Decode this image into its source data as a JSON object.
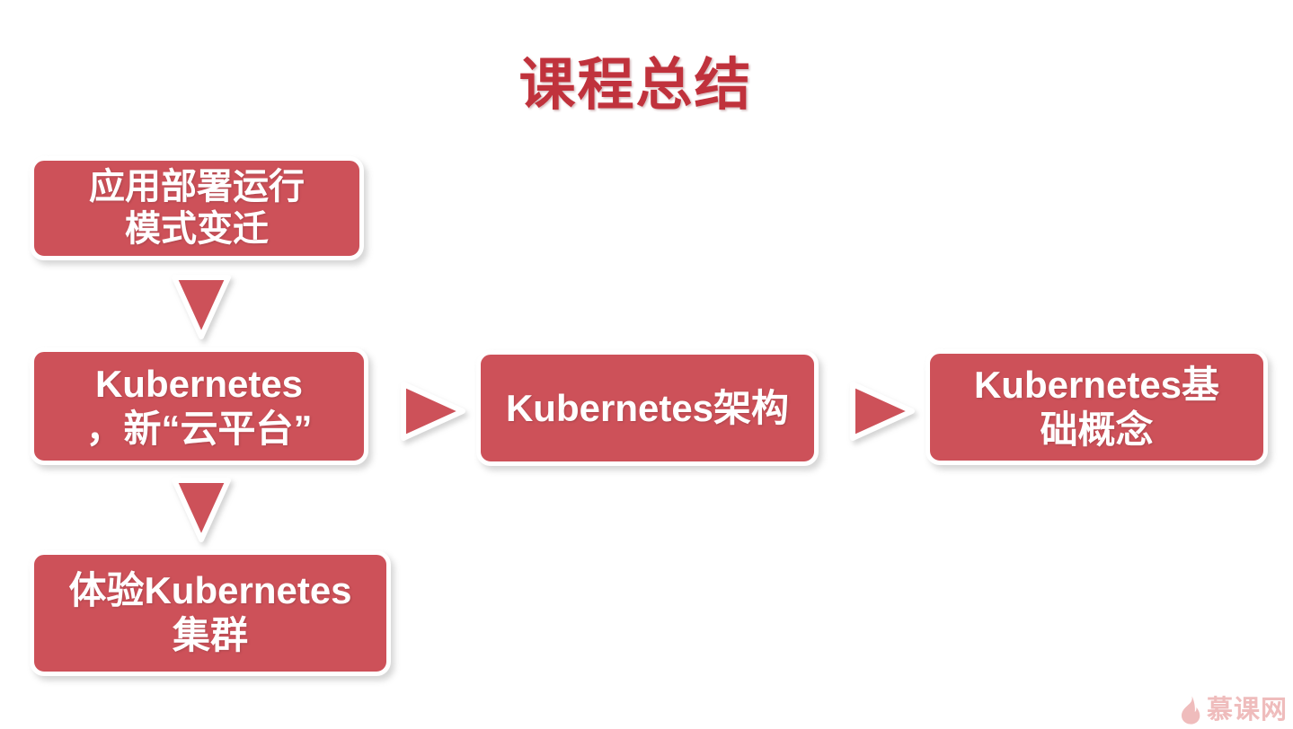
{
  "slide": {
    "title": "课程总结",
    "background_color": "#ffffff",
    "title_color": "#c0323c",
    "box_fill_color": "#cd5159",
    "box_border_color": "#ffffff",
    "box_text_color": "#ffffff",
    "arrow_color": "#cd5159"
  },
  "boxes": [
    {
      "id": "deploy",
      "label": "应用部署运行\n模式变迁"
    },
    {
      "id": "k8s_cloud",
      "label": "Kubernetes\n，新“云平台”"
    },
    {
      "id": "k8s_cluster",
      "label": "体验Kubernetes\n集群"
    },
    {
      "id": "k8s_arch",
      "label": "Kubernetes架构"
    },
    {
      "id": "k8s_basic",
      "label": "Kubernetes基\n础概念"
    }
  ],
  "arrows": [
    {
      "id": "down_1",
      "direction": "down",
      "from": "deploy",
      "to": "k8s_cloud"
    },
    {
      "id": "down_2",
      "direction": "down",
      "from": "k8s_cloud",
      "to": "k8s_cluster"
    },
    {
      "id": "right_1",
      "direction": "right",
      "from": "k8s_cloud",
      "to": "k8s_arch"
    },
    {
      "id": "right_2",
      "direction": "right",
      "from": "k8s_arch",
      "to": "k8s_basic"
    }
  ],
  "watermark": {
    "text": "慕课网",
    "icon": "flame-icon",
    "color": "#efb9b9"
  }
}
